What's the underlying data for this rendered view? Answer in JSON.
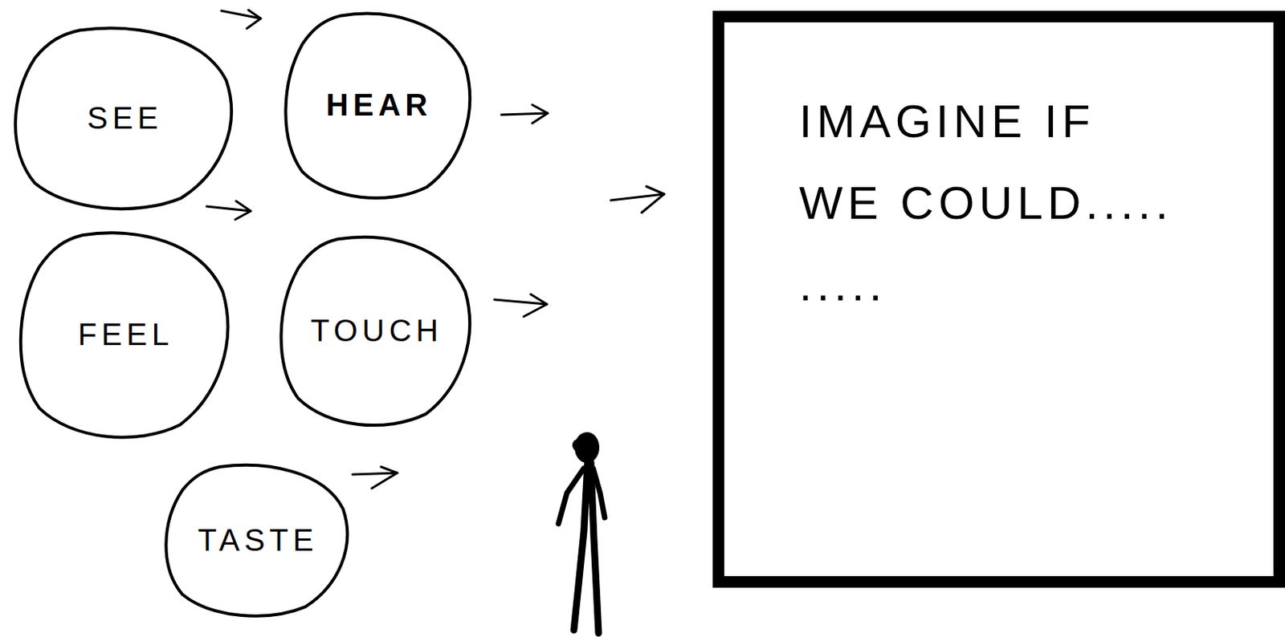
{
  "diagram": {
    "nodes": [
      {
        "text": [
          "SEE"
        ]
      },
      {
        "text": [
          "HEAR"
        ]
      },
      {
        "text": [
          "FEEL"
        ]
      },
      {
        "text": [
          "TOUCH"
        ]
      },
      {
        "text": [
          "TASTE"
        ]
      },
      {
        "text": [
          "IMAGINE IF WE COULD..... ....."
        ]
      }
    ]
  }
}
